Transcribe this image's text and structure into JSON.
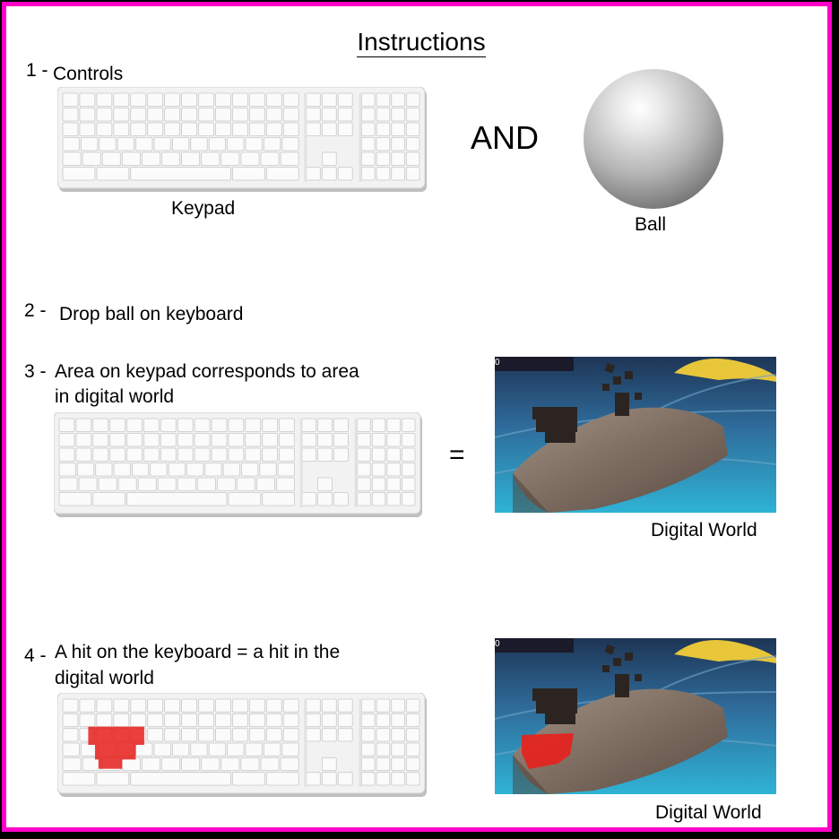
{
  "title": "Instructions",
  "steps": {
    "s1": {
      "number": "1",
      "text": "Controls"
    },
    "s2": {
      "number": "2",
      "text": "Drop ball on keyboard"
    },
    "s3": {
      "number": "3",
      "line1": "Area on keypad corresponds to area",
      "line2": "in digital world"
    },
    "s4": {
      "number": "4",
      "line1": "A hit on the keyboard = a hit in the",
      "line2": "digital world"
    }
  },
  "labels": {
    "keypad": "Keypad",
    "and": "AND",
    "ball": "Ball",
    "equals": "=",
    "digital_world_3": "Digital World",
    "digital_world_4": "Digital World",
    "screenshot_counter": "0"
  },
  "colors": {
    "frame_border": "#ff00c8",
    "hit_area": "#e8201c"
  },
  "icons": [
    "keyboard-image",
    "ball-image",
    "digital-world-screenshot"
  ]
}
